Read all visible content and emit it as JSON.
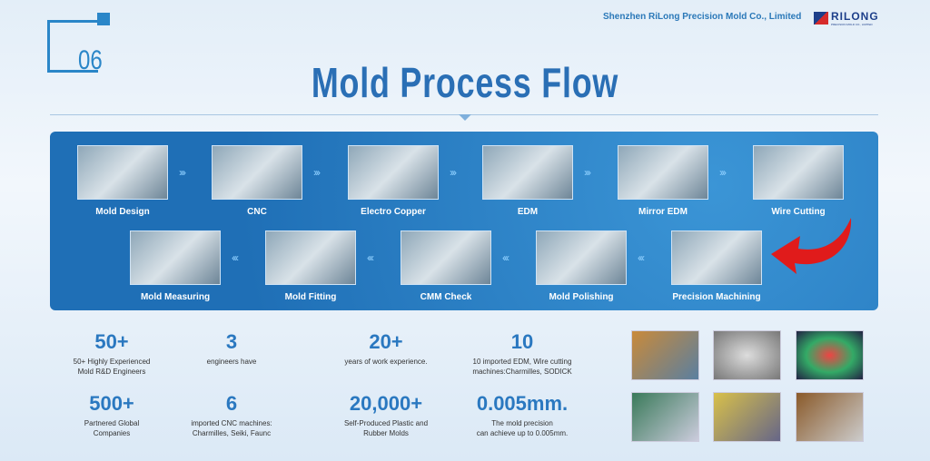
{
  "header": {
    "section_number": "06",
    "company": "Shenzhen RiLong Precision Mold Co., Limited",
    "logo_text": "RILONG",
    "logo_subtext": "PRECISION MOLD CO., LIMITED"
  },
  "title": "Mold Process Flow",
  "flow": {
    "row1": [
      "Mold Design",
      "CNC",
      "Electro Copper",
      "EDM",
      "Mirror EDM",
      "Wire Cutting"
    ],
    "row2": [
      "Mold Measuring",
      "Mold Fitting",
      "CMM Check",
      "Mold Polishing",
      "Precision Machining"
    ],
    "arrow_right": "›››",
    "arrow_left": "‹‹‹"
  },
  "stats": [
    {
      "num": "50+",
      "desc": "50+ Highly Experienced\nMold R&D Engineers"
    },
    {
      "num": "3",
      "desc": "engineers have"
    },
    {
      "num": "20+",
      "desc": "years of work experience."
    },
    {
      "num": "10",
      "desc": "10 imported EDM, Wire cutting\nmachines:Charmilles, SODICK"
    },
    {
      "num": "500+",
      "desc": "Partnered Global\nCompanies"
    },
    {
      "num": "6",
      "desc": "imported CNC machines:\nCharmilles, Seiki, Faunc"
    },
    {
      "num": "20,000+",
      "desc": "Self-Produced Plastic and\nRubber Molds"
    },
    {
      "num": "0.005mm.",
      "desc": "The mold precision\ncan achieve up to 0.005mm."
    }
  ],
  "colors": {
    "accent": "#2a78c0",
    "panel": "#1f6fb6",
    "arrow": "#e01b1b"
  }
}
